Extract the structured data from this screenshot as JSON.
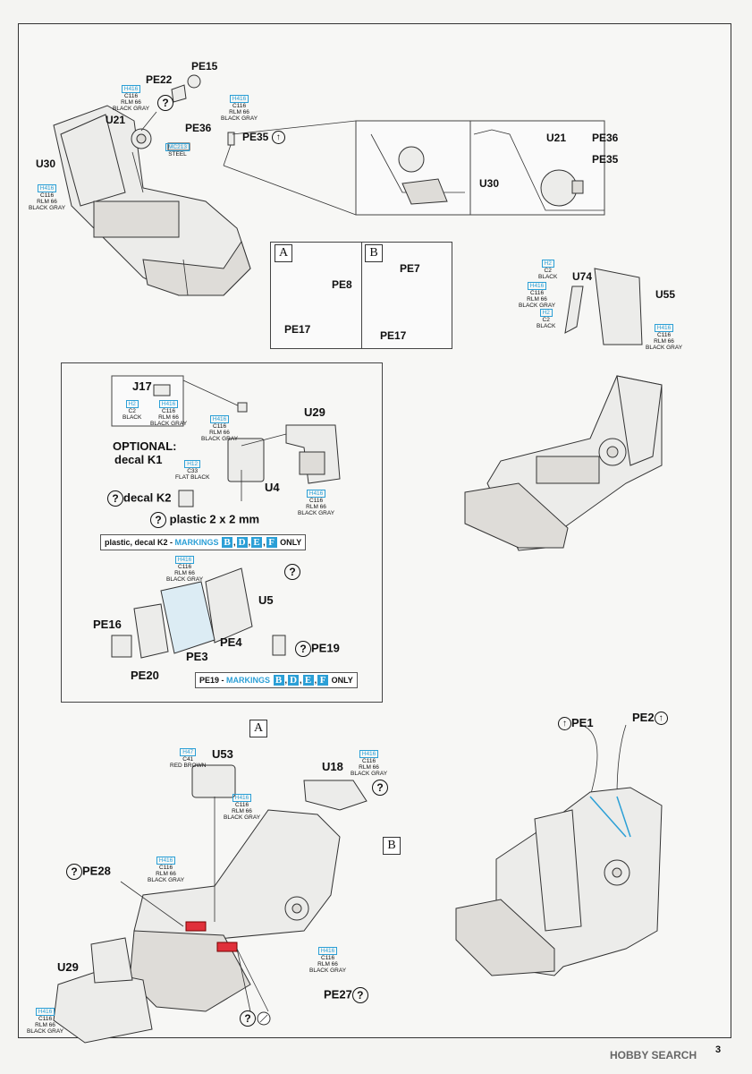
{
  "page_number": "3",
  "watermark": "HOBBY SEARCH",
  "colors": {
    "code_blue": "#2b9fd6",
    "highlight_red": "#e0303a"
  },
  "top": {
    "parts": {
      "pe15": "PE15",
      "pe22": "PE22",
      "u21": "U21",
      "pe36": "PE36",
      "pe35": "PE35",
      "u30": "U30"
    },
    "callouts": {
      "c1": {
        "h": "H416",
        "c": "C116",
        "n1": "RLM 66",
        "n2": "BLACK GRAY"
      },
      "c2": {
        "h": "H416",
        "c": "C116",
        "n1": "RLM 66",
        "n2": "BLACK GRAY"
      },
      "c3": {
        "h": "MC213",
        "c": "",
        "n1": "STEEL",
        "n2": ""
      },
      "c4": {
        "h": "H416",
        "c": "C116",
        "n1": "RLM 66",
        "n2": "BLACK GRAY"
      }
    },
    "detail": {
      "u21": "U21",
      "pe36": "PE36",
      "pe35": "PE35",
      "u30": "U30"
    }
  },
  "belts": {
    "a": {
      "letter": "A",
      "pe8": "PE8",
      "pe17": "PE17"
    },
    "b": {
      "letter": "B",
      "pe7": "PE7",
      "pe17": "PE17"
    }
  },
  "right_top": {
    "u74": "U74",
    "u55": "U55",
    "c1": {
      "h": "H2",
      "c": "C2",
      "n1": "BLACK",
      "n2": ""
    },
    "c2": {
      "h": "H416",
      "c": "C116",
      "n1": "RLM 66",
      "n2": "BLACK GRAY"
    },
    "c3": {
      "h": "H2",
      "c": "C2",
      "n1": "BLACK",
      "n2": ""
    },
    "c4": {
      "h": "H416",
      "c": "C116",
      "n1": "RLM 66",
      "n2": "BLACK GRAY"
    }
  },
  "panel": {
    "j17": "J17",
    "j17_c1": {
      "h": "H2",
      "c": "C2",
      "n1": "BLACK"
    },
    "j17_c2": {
      "h": "H416",
      "c": "C116",
      "n1": "RLM 66",
      "n2": "BLACK GRAY"
    },
    "c_mid": {
      "h": "H416",
      "c": "C116",
      "n1": "RLM 66",
      "n2": "BLACK GRAY"
    },
    "optional": "OPTIONAL:",
    "decal_k1": "decal K1",
    "c_k1": {
      "h": "H12",
      "c": "C33",
      "n1": "FLAT BLACK"
    },
    "decal_k2": "decal K2",
    "plastic": "plastic 2 x 2 mm",
    "u29": "U29",
    "u4": "U4",
    "c_u29": {
      "h": "H416",
      "c": "C116",
      "n1": "RLM 66",
      "n2": "BLACK GRAY"
    },
    "marking1_prefix": "plastic, decal K2 - ",
    "marking1_word": "MARKINGS",
    "marking1_letters": [
      "B",
      "D",
      "E",
      "F"
    ],
    "marking_only": "ONLY",
    "c_u5": {
      "h": "H416",
      "c": "C116",
      "n1": "RLM 66",
      "n2": "BLACK GRAY"
    },
    "u5": "U5",
    "pe16": "PE16",
    "pe4": "PE4",
    "pe19": "PE19",
    "pe3": "PE3",
    "pe20": "PE20",
    "marking2_prefix": "PE19 - ",
    "marking2_word": "MARKINGS",
    "marking2_letters": [
      "B",
      "D",
      "E",
      "F"
    ]
  },
  "bottom": {
    "letter_a": "A",
    "letter_b": "B",
    "u53": "U53",
    "u18": "U18",
    "pe28": "PE28",
    "u29": "U29",
    "pe27": "PE27",
    "c_u53": {
      "h": "H47",
      "c": "C41",
      "n1": "RED BROWN"
    },
    "c_u53b": {
      "h": "H416",
      "c": "C116",
      "n1": "RLM 66",
      "n2": "BLACK GRAY"
    },
    "c_u18": {
      "h": "H416",
      "c": "C116",
      "n1": "RLM 66",
      "n2": "BLACK GRAY"
    },
    "c_pe28": {
      "h": "H416",
      "c": "C116",
      "n1": "RLM 66",
      "n2": "BLACK GRAY"
    },
    "c_pe27": {
      "h": "H416",
      "c": "C116",
      "n1": "RLM 66",
      "n2": "BLACK GRAY"
    },
    "c_u29": {
      "h": "H416",
      "c": "C116",
      "n1": "RLM 66",
      "n2": "BLACK GRAY"
    },
    "pe1": "PE1",
    "pe2": "PE2"
  }
}
